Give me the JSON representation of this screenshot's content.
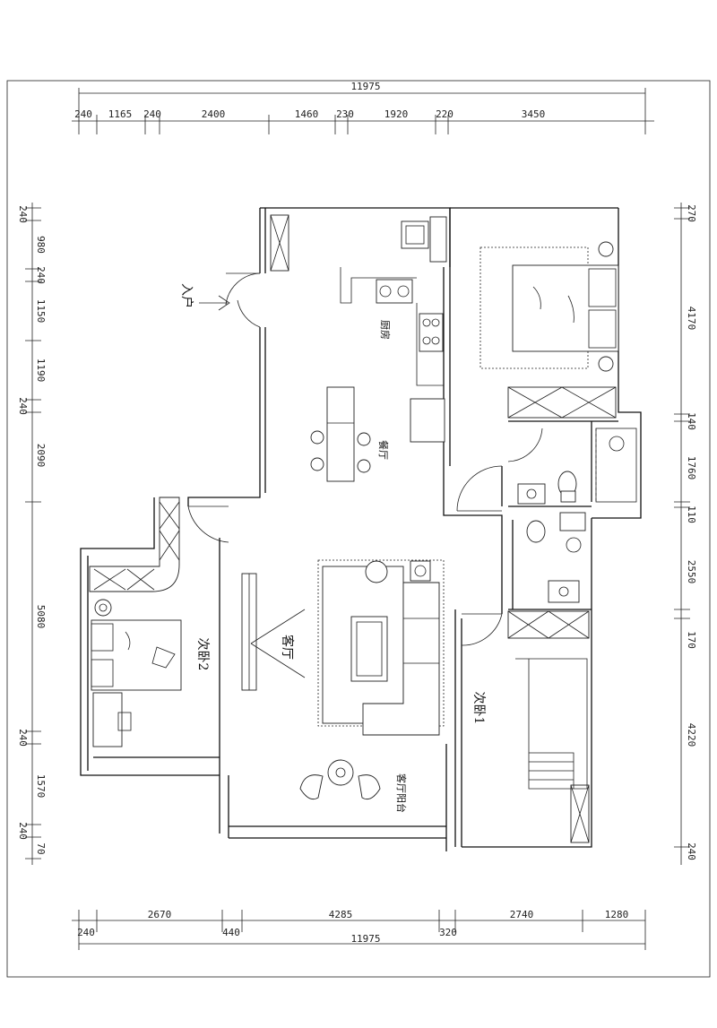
{
  "dimensions": {
    "top_total": "11975",
    "top": [
      "240",
      "1165",
      "240",
      "2400",
      "1460",
      "230",
      "1920",
      "220",
      "3450"
    ],
    "bottom_upper": [
      "2670",
      "4285",
      "2740",
      "1280"
    ],
    "bottom_lower": [
      "240",
      "440",
      "320"
    ],
    "bottom_total": "11975",
    "left": [
      "240",
      "980",
      "240",
      "1150",
      "1190",
      "240",
      "2090",
      "5080",
      "240",
      "1570",
      "240",
      "70"
    ],
    "right": [
      "270",
      "4170",
      "140",
      "1760",
      "110",
      "2550",
      "170",
      "4220",
      "240"
    ]
  },
  "rooms": {
    "entry": "入户",
    "kitchen": "厨房",
    "dining": "餐厅",
    "living": "客厅",
    "bedroom2": "次卧2",
    "bedroom1": "次卧1",
    "balcony": "客厅阳台"
  },
  "colors": {
    "line": "#111111",
    "background": "#ffffff"
  }
}
